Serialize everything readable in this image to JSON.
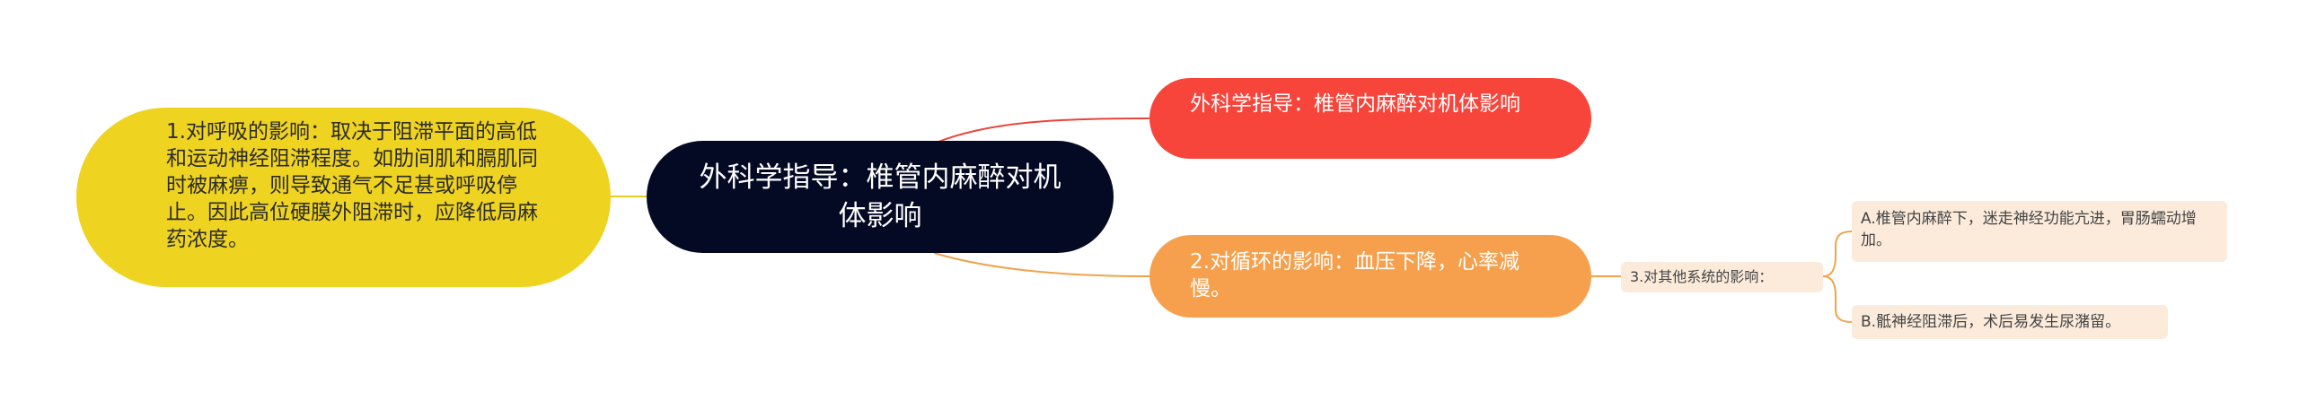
{
  "mindmap": {
    "center": {
      "label": "外科学指导：椎管内麻醉对机体影响"
    },
    "left": {
      "label": "1.对呼吸的影响：取决于阻滞平面的高低和运动神经阻滞程度。如肋间肌和膈肌同时被麻痹，则导致通气不足甚或呼吸停止。因此高位硬膜外阻滞时，应降低局麻药浓度。"
    },
    "right_top": {
      "label": "外科学指导：椎管内麻醉对机体影响"
    },
    "right_bottom": {
      "label": "2.对循环的影响：血压下降，心率减慢。"
    },
    "other_systems": {
      "label": "3.对其他系统的影响：",
      "children": [
        {
          "label": "A.椎管内麻醉下，迷走神经功能亢进，胃肠蠕动增加。"
        },
        {
          "label": "B.骶神经阻滞后，术后易发生尿潴留。"
        }
      ]
    }
  },
  "colors": {
    "center_bg": "#050a24",
    "left_bg": "#efd321",
    "right_top_bg": "#f8453b",
    "right_bottom_bg": "#f6a04d",
    "leaf_bg": "#fcebdb",
    "connector_red": "#e8453b",
    "connector_orange": "#f0a24d",
    "connector_yellow": "#e6cc22"
  }
}
